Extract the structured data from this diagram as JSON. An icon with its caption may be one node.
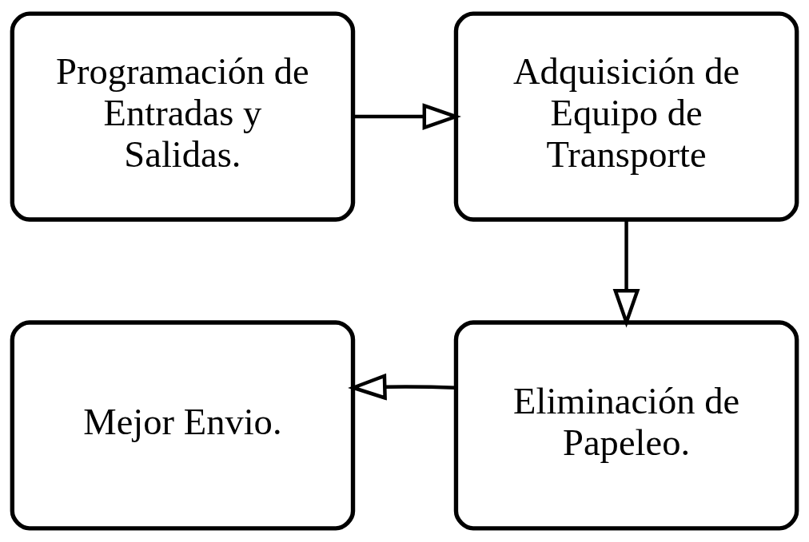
{
  "diagram": {
    "nodes": [
      {
        "text": [
          "Programación de Entradas y Salidas."
        ]
      },
      {
        "text": [
          "Adquisición de Equipo de Transporte"
        ]
      },
      {
        "text": [
          "Eliminación de Papeleo."
        ]
      },
      {
        "text": [
          "Mejor Envio."
        ]
      }
    ],
    "edges": [
      {
        "from": 0,
        "to": 1,
        "arrow": "to"
      },
      {
        "from": 1,
        "to": 2,
        "arrow": "to"
      },
      {
        "from": 2,
        "to": 3,
        "arrow": "to"
      }
    ]
  }
}
